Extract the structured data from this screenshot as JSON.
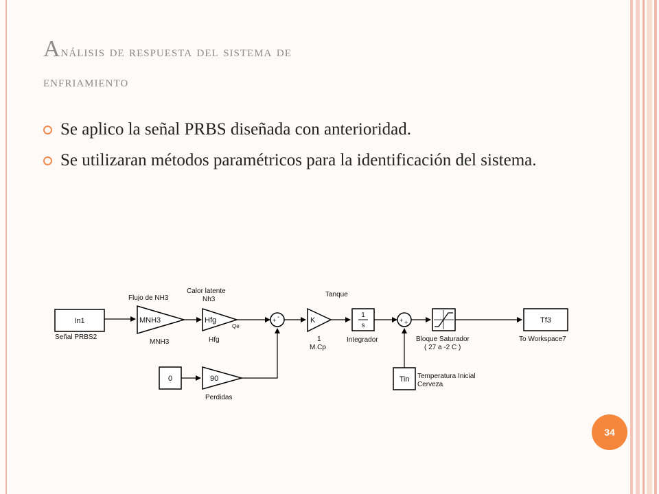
{
  "slide": {
    "title_first": "A",
    "title_rest": "nálisis de respuesta del sistema de",
    "title_line2": "enfriamiento",
    "bullets": [
      "Se aplico la señal PRBS diseñada con anterioridad.",
      "Se utilizaran métodos paramétricos para  la identificación del sistema."
    ],
    "page_number": "34",
    "colors": {
      "accent": "#f5873c",
      "title": "#8a8a8a",
      "stripe": "#f0b8a8"
    }
  },
  "diagram": {
    "in1": {
      "block": "In1",
      "label": "Señal PRBS2"
    },
    "mnh3": {
      "block": "MNH3",
      "top": "Flujo de NH3",
      "bottom": "MNH3"
    },
    "hfg": {
      "block": "Hfg",
      "top1": "Calor latente",
      "top2": "Nh3",
      "bottom": "Hfg",
      "out": "Qe"
    },
    "sum1": {
      "signs_top": "-",
      "signs_left": "+"
    },
    "zero": {
      "block": "0"
    },
    "perdidas": {
      "block": "90",
      "label": "Perdidas"
    },
    "k": {
      "block": "K",
      "bottom1": "1",
      "bottom2": "M.Cp",
      "top": "Tanque"
    },
    "integrador": {
      "num": "1",
      "den": "s",
      "label": "Integrador"
    },
    "sum2": {
      "signs": "+"
    },
    "saturador": {
      "label1": "Bloque Saturador",
      "label2": "( 27 a -2 C )"
    },
    "tin": {
      "block": "Tin",
      "label1": "Temperatura Inicial",
      "label2": "Cerveza"
    },
    "tf3": {
      "block": "Tf3",
      "label": "To Workspace7"
    }
  }
}
